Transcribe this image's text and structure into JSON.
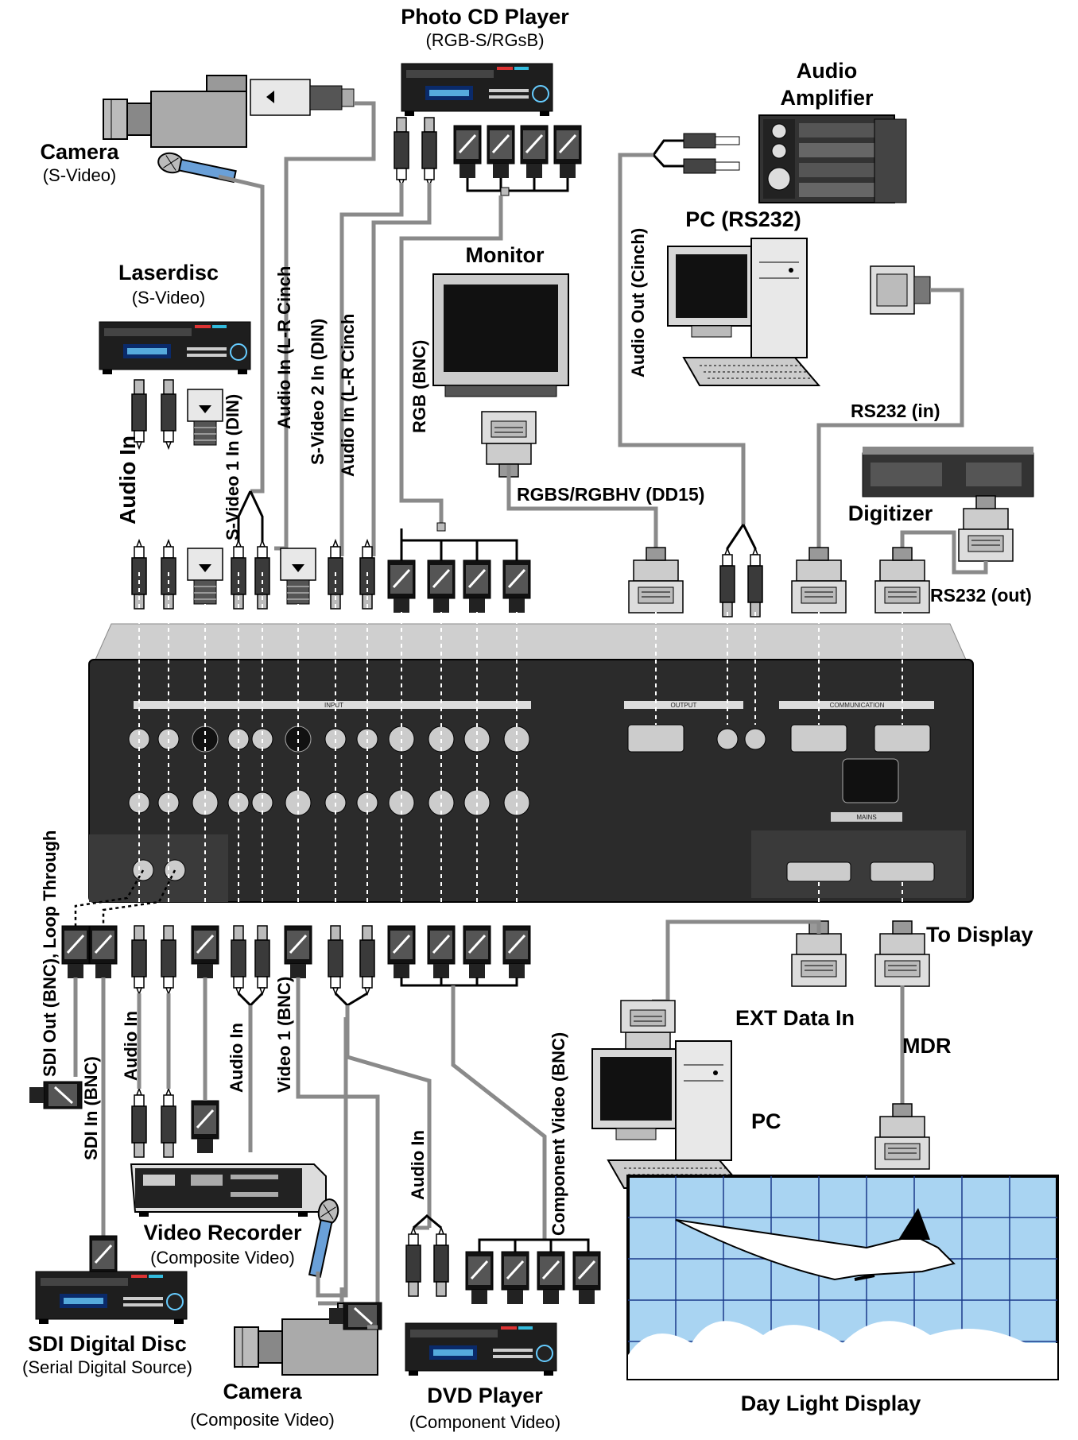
{
  "devices": {
    "photo_cd": {
      "title": "Photo CD Player",
      "sub": "(RGB-S/RGsB)"
    },
    "camera_top": {
      "title": "Camera",
      "sub": "(S-Video)"
    },
    "laserdisc": {
      "title": "Laserdisc",
      "sub": "(S-Video)"
    },
    "audio_amp": {
      "line1": "Audio",
      "line2": "Amplifier"
    },
    "monitor": {
      "title": "Monitor"
    },
    "pc_rs232": {
      "title": "PC (RS232)"
    },
    "digitizer": {
      "title": "Digitizer"
    },
    "video_recorder": {
      "title": "Video Recorder",
      "sub": "(Composite Video)"
    },
    "sdi_disc": {
      "title": "SDI Digital Disc",
      "sub": "(Serial Digital Source)"
    },
    "camera_bottom": {
      "title": "Camera",
      "sub": "(Composite Video)"
    },
    "dvd": {
      "title": "DVD Player",
      "sub": "(Component Video)"
    },
    "pc_bottom": {
      "title": "PC"
    },
    "daylight": {
      "title": "Day Light Display"
    }
  },
  "cables": {
    "audio_in_left": "Audio In",
    "svideo1": "S-Video 1 In (DIN)",
    "audio_in_lr_1": "Audio In (L-R Cinch",
    "svideo2": "S-Video 2 In (DIN)",
    "audio_in_lr_2": "Audio In (L-R Cinch",
    "rgb_bnc": "RGB (BNC)",
    "rgbs": "RGBS/RGBHV (DD15)",
    "audio_out": "Audio Out (Cinch)",
    "rs232_in": "RS232 (in)",
    "rs232_out": "RS232 (out)",
    "sdi_out": "SDI Out (BNC), Loop Through",
    "sdi_in": "SDI In (BNC)",
    "audio_in_b1": "Audio In",
    "audio_in_b2": "Audio In",
    "video1": "Video 1 (BNC)",
    "audio_in_b3": "Audio In",
    "component": "Component Video (BNC)",
    "ext_data": "EXT Data In",
    "mdr": "MDR",
    "to_display": "To Display"
  },
  "panel": {
    "input": "INPUT",
    "output": "OUTPUT",
    "communication": "COMMUNICATION",
    "mains": "MAINS"
  },
  "colors": {
    "cable": "#8a8a8a",
    "panel": "#2b2b2b",
    "sky": "#a9d4f2",
    "grid": "#1a3a8a"
  }
}
